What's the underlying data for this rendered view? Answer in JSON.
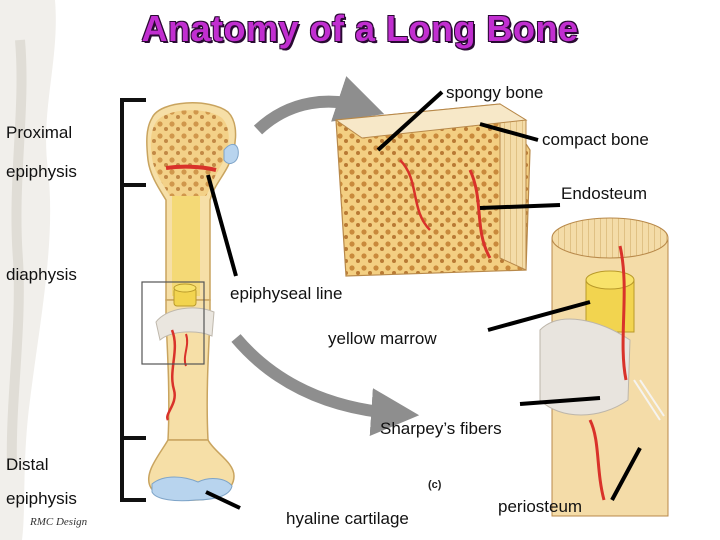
{
  "title": "Anatomy of a Long Bone",
  "labels": {
    "spongy_bone": "spongy bone",
    "compact_bone": "compact bone",
    "endosteum": "Endosteum",
    "proximal": "Proximal",
    "proximal_epiphysis": "epiphysis",
    "diaphysis": "diaphysis",
    "epiphyseal_line": "epiphyseal line",
    "yellow_marrow": "yellow marrow",
    "sharpeys_fibers": "Sharpey’s fibers",
    "distal": "Distal",
    "distal_epiphysis": "epiphysis",
    "hyaline_cartilage": "hyaline cartilage",
    "periosteum": "periosteum"
  },
  "panel_letter": "(c)",
  "credit": "RMC Design",
  "colors": {
    "title": "#c12ed0",
    "bone": "#f6dfa7",
    "spongy": "#f3cf82",
    "marrow": "#f2d44f",
    "vessel": "#d9322a",
    "cartilage": "#b8d4ee",
    "arrow": "#8e8e8e"
  }
}
